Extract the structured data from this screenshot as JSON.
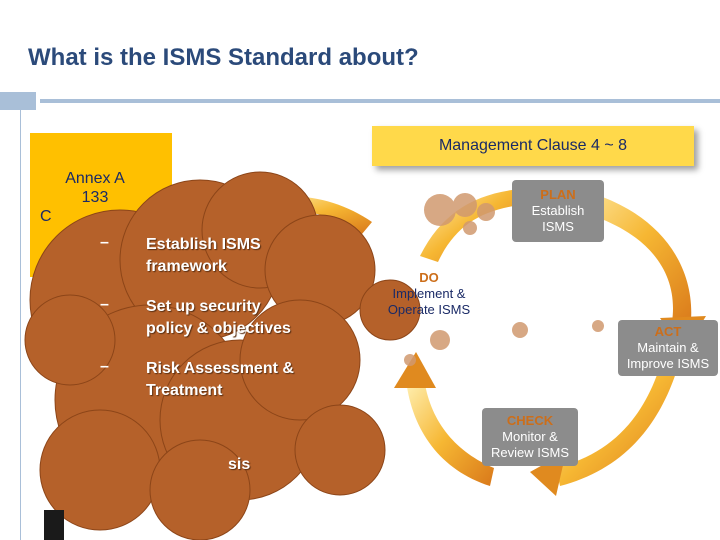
{
  "title": "What is the ISMS Standard about?",
  "management_box": "Management Clause 4 ~ 8",
  "annex": {
    "line1": "Annex A",
    "line2": "133",
    "line3": "C"
  },
  "cycle": {
    "plan": {
      "head": "PLAN",
      "line1": "Establish",
      "line2": "ISMS"
    },
    "do": {
      "head": "DO",
      "line1": "Implement &",
      "line2": "Operate ISMS"
    },
    "act": {
      "head": "ACT",
      "line1": "Maintain &",
      "line2": "Improve ISMS"
    },
    "check": {
      "head": "CHECK",
      "line1": "Monitor &",
      "line2": "Review ISMS"
    }
  },
  "steps": [
    {
      "dash": "–",
      "text": "Establish ISMS framework"
    },
    {
      "dash": "–",
      "text": "Set up security policy & objectives"
    },
    {
      "dash": "–",
      "text": "Risk Assessment & Treatment"
    }
  ],
  "partial_text": "sis",
  "colors": {
    "title": "#2b4a7a",
    "rule": "#a9bfd8",
    "mgmt_box": "#ffd94a",
    "annex_box": "#ffc000",
    "cycle_arrow": "#f0a020",
    "bubble": "#b5612a",
    "label_box": "#8c8c8c"
  }
}
